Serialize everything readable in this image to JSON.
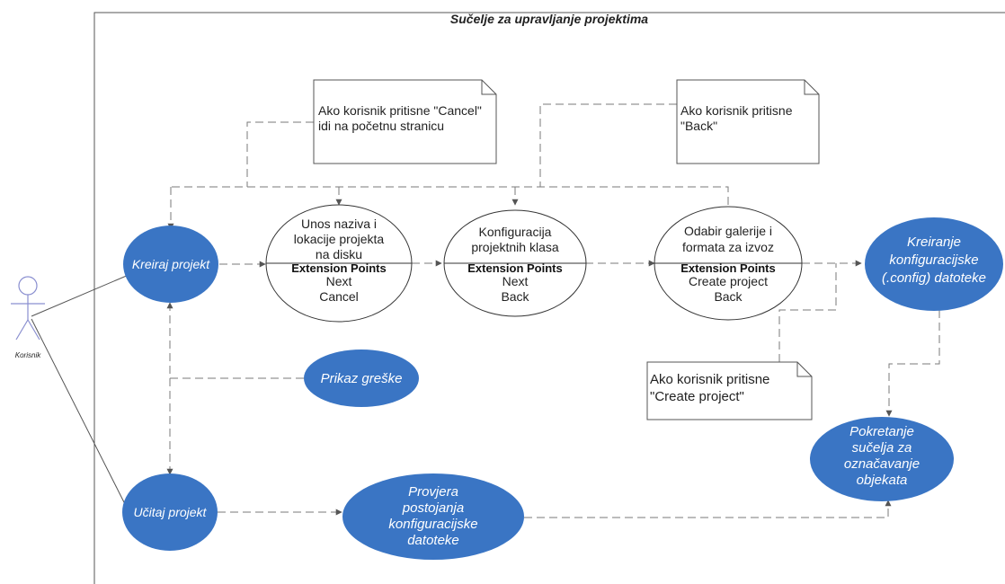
{
  "system": {
    "title": "Sučelje za upravljanje projektima"
  },
  "actor": {
    "name": "Korisnik"
  },
  "colors": {
    "usecase_fill": "#3a75c4",
    "usecase_text": "#ffffff",
    "line": "#6b6b6b",
    "dash": "#7a7a7a"
  },
  "use_cases": {
    "kreiraj": {
      "label": "Kreiraj projekt"
    },
    "ucitaj": {
      "label": "Učitaj projekt"
    },
    "prikaz": {
      "label": "Prikaz greške"
    },
    "provjera": {
      "lines": [
        "Provjera",
        "postojanja",
        "konfiguracijske",
        "datoteke"
      ]
    },
    "kreiranje_config": {
      "lines": [
        "Kreiranje",
        "konfiguracijske",
        "(.config) datoteke"
      ]
    },
    "pokretanje": {
      "lines": [
        "Pokretanje",
        "sučelja za",
        "označavanje",
        "objekata"
      ]
    }
  },
  "extension_cases": {
    "unos": {
      "lines": [
        "Unos naziva i",
        "lokacije projekta",
        "na disku"
      ],
      "ext_title": "Extension Points",
      "points": [
        "Next",
        "Cancel"
      ]
    },
    "konfiguracija": {
      "lines": [
        "Konfiguracija",
        "projektnih klasa"
      ],
      "ext_title": "Extension Points",
      "points": [
        "Next",
        "Back"
      ]
    },
    "odabir": {
      "lines": [
        "Odabir galerije i",
        "formata za izvoz"
      ],
      "ext_title": "Extension Points",
      "points": [
        "Create project",
        "Back"
      ]
    }
  },
  "notes": {
    "cancel": {
      "lines": [
        "Ako korisnik pritisne \"Cancel\"",
        "idi na početnu stranicu"
      ]
    },
    "back": {
      "lines": [
        "Ako korisnik pritisne",
        "\"Back\""
      ]
    },
    "create": {
      "lines": [
        "Ako korisnik pritisne",
        "\"Create project\""
      ]
    }
  }
}
